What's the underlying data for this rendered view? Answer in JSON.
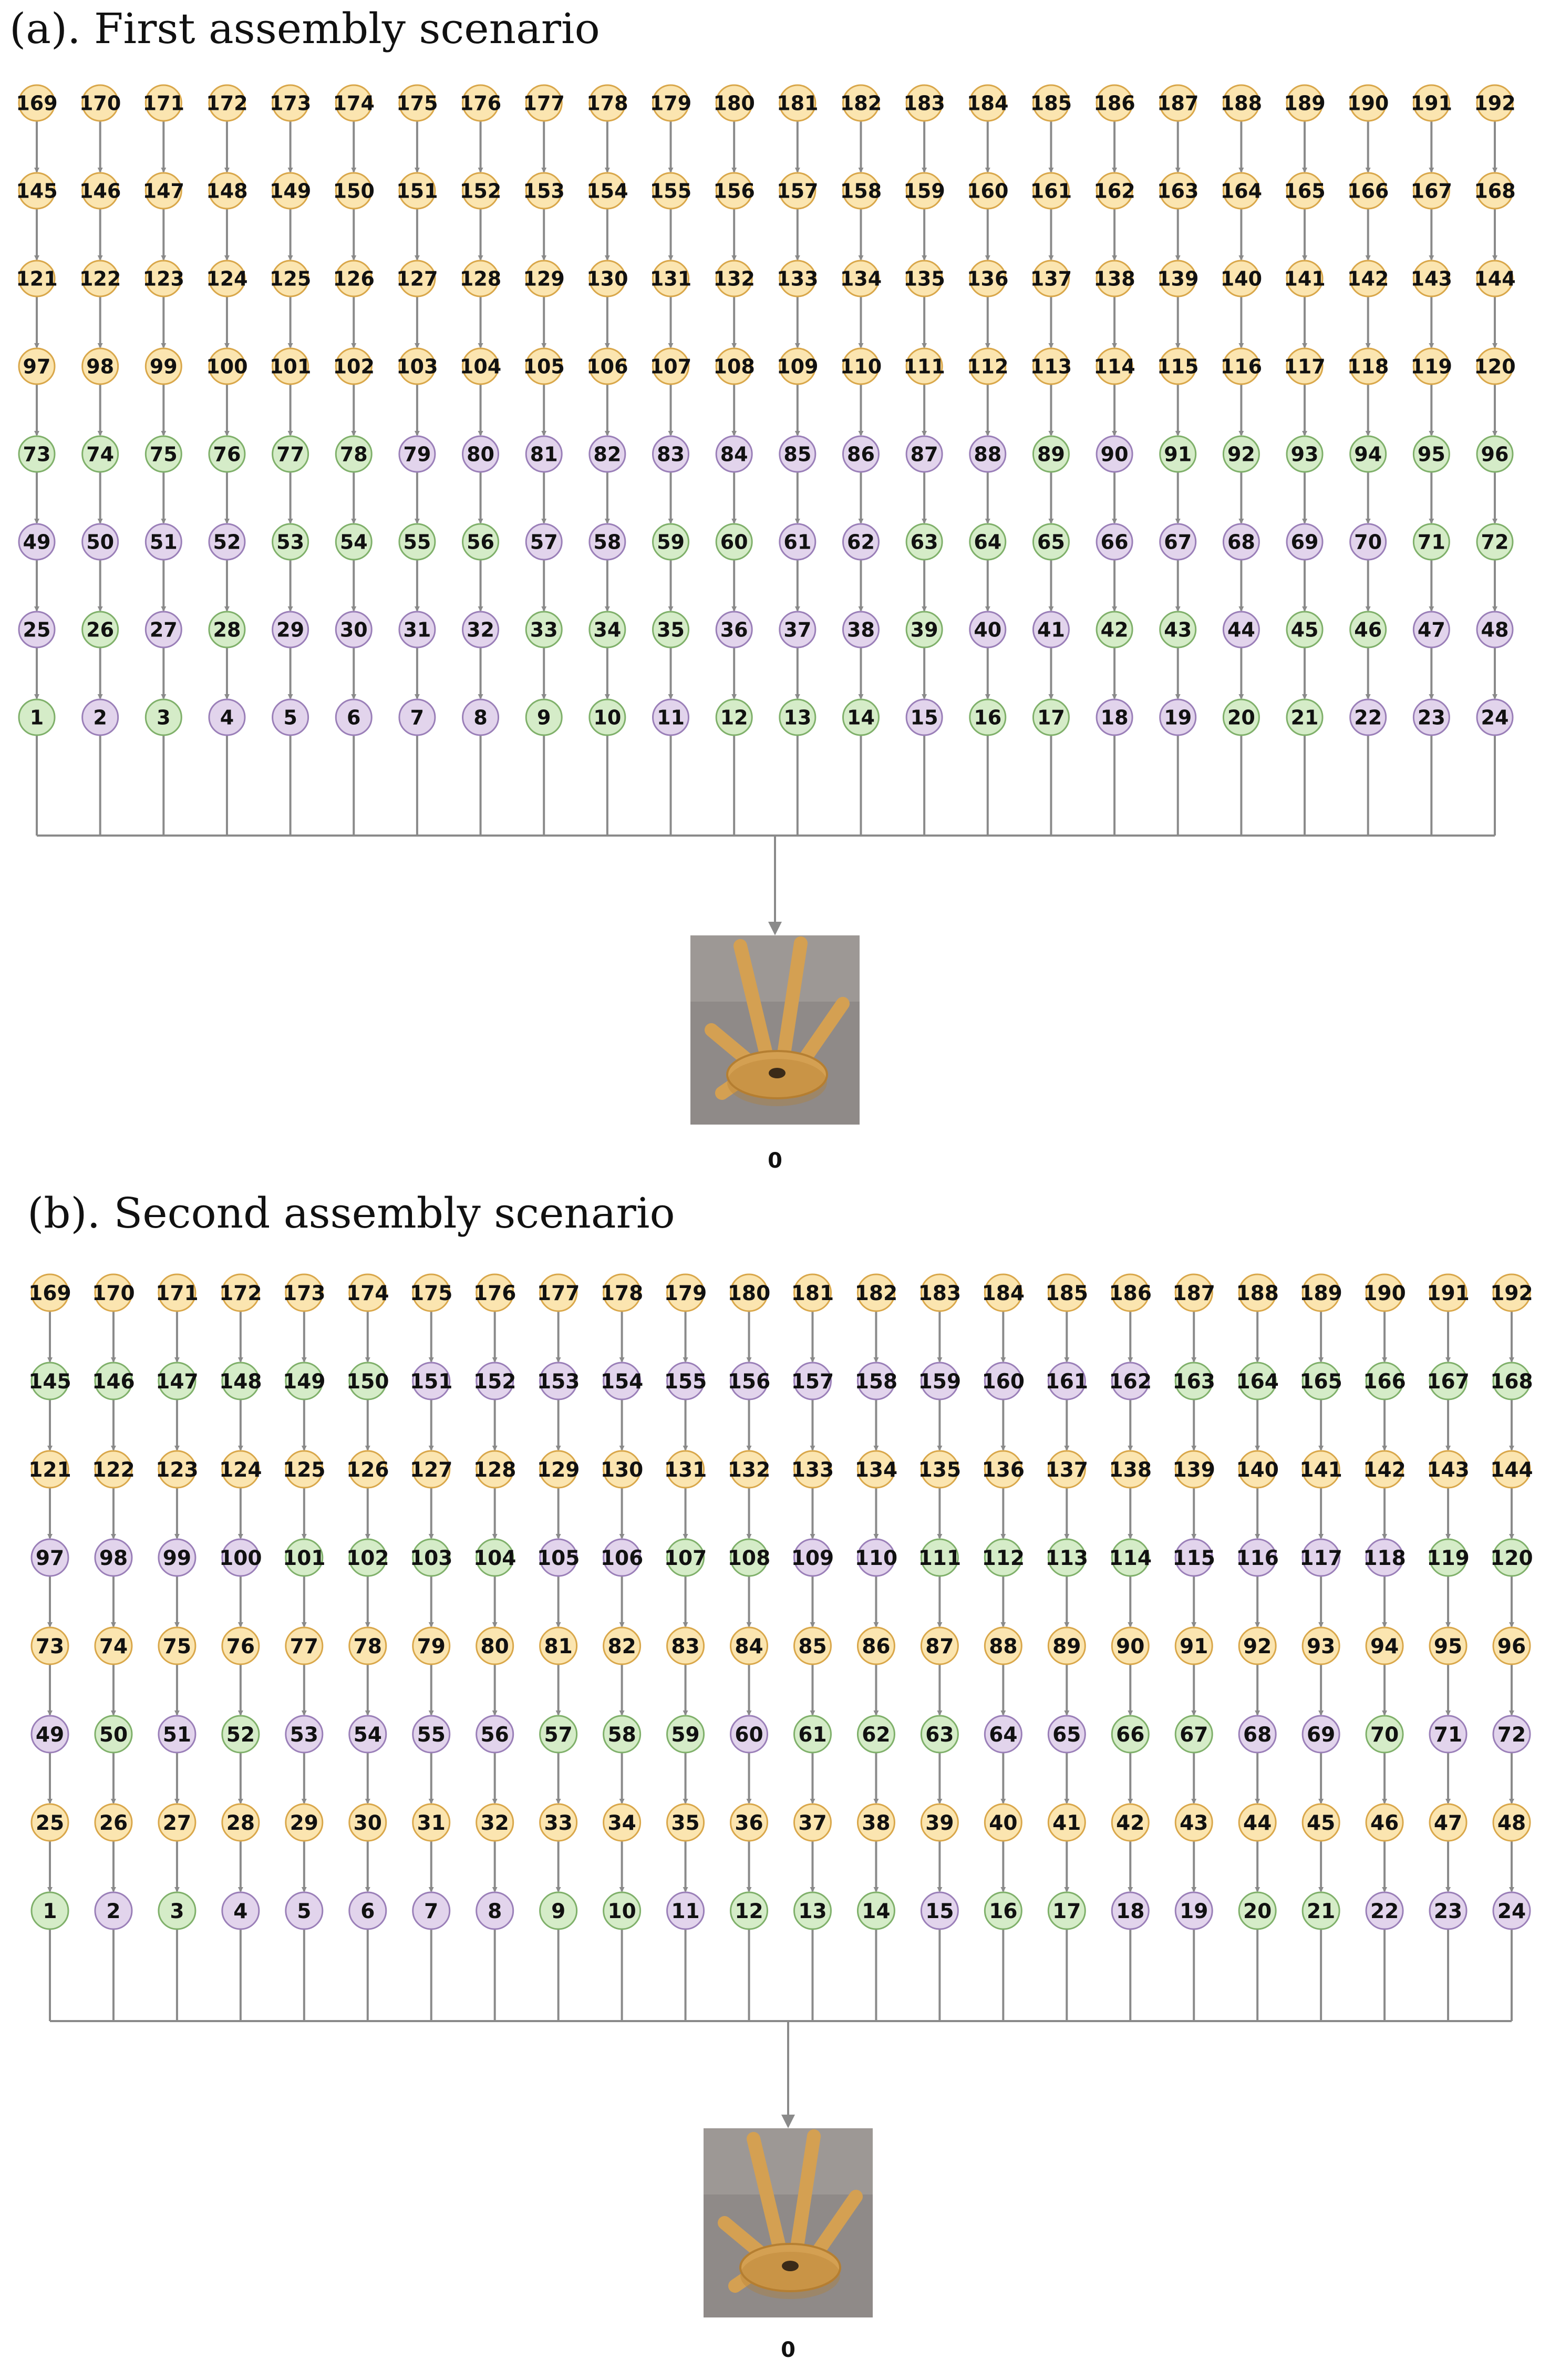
{
  "colors": {
    "yellow": "#fbe5b0",
    "yellow_border": "#d9a74a",
    "green": "#d5ecc8",
    "green_border": "#7fb06a",
    "purple": "#e2d4ec",
    "purple_border": "#9a7fb8",
    "edge": "#8a8a8a",
    "root_photo_bg": "#8f8a88",
    "wood": "#d4a052",
    "wood_dark": "#b57f32"
  },
  "scenarios": [
    {
      "title": "(a). First assembly scenario",
      "root_label": "0",
      "rows": [
        {
          "start": 169,
          "colors": [
            "y",
            "y",
            "y",
            "y",
            "y",
            "y",
            "y",
            "y",
            "y",
            "y",
            "y",
            "y",
            "y",
            "y",
            "y",
            "y",
            "y",
            "y",
            "y",
            "y",
            "y",
            "y",
            "y",
            "y"
          ]
        },
        {
          "start": 145,
          "colors": [
            "y",
            "y",
            "y",
            "y",
            "y",
            "y",
            "y",
            "y",
            "y",
            "y",
            "y",
            "y",
            "y",
            "y",
            "y",
            "y",
            "y",
            "y",
            "y",
            "y",
            "y",
            "y",
            "y",
            "y"
          ]
        },
        {
          "start": 121,
          "colors": [
            "y",
            "y",
            "y",
            "y",
            "y",
            "y",
            "y",
            "y",
            "y",
            "y",
            "y",
            "y",
            "y",
            "y",
            "y",
            "y",
            "y",
            "y",
            "y",
            "y",
            "y",
            "y",
            "y",
            "y"
          ]
        },
        {
          "start": 97,
          "colors": [
            "y",
            "y",
            "y",
            "y",
            "y",
            "y",
            "y",
            "y",
            "y",
            "y",
            "y",
            "y",
            "y",
            "y",
            "y",
            "y",
            "y",
            "y",
            "y",
            "y",
            "y",
            "y",
            "y",
            "y"
          ]
        },
        {
          "start": 73,
          "colors": [
            "g",
            "g",
            "g",
            "g",
            "g",
            "g",
            "p",
            "p",
            "p",
            "p",
            "p",
            "p",
            "p",
            "p",
            "p",
            "p",
            "g",
            "p",
            "g",
            "g",
            "g",
            "g",
            "g",
            "g"
          ]
        },
        {
          "start": 49,
          "colors": [
            "p",
            "p",
            "p",
            "p",
            "g",
            "g",
            "g",
            "g",
            "p",
            "p",
            "g",
            "g",
            "p",
            "p",
            "g",
            "g",
            "g",
            "p",
            "p",
            "p",
            "p",
            "p",
            "g",
            "g"
          ]
        },
        {
          "start": 25,
          "colors": [
            "p",
            "g",
            "p",
            "g",
            "p",
            "p",
            "p",
            "p",
            "g",
            "g",
            "g",
            "p",
            "p",
            "p",
            "g",
            "p",
            "p",
            "g",
            "g",
            "p",
            "g",
            "g",
            "p",
            "p"
          ]
        },
        {
          "start": 1,
          "colors": [
            "g",
            "p",
            "g",
            "p",
            "p",
            "p",
            "p",
            "p",
            "g",
            "g",
            "p",
            "g",
            "g",
            "g",
            "p",
            "g",
            "g",
            "p",
            "p",
            "g",
            "g",
            "p",
            "p",
            "p"
          ]
        }
      ]
    },
    {
      "title": "(b). Second assembly scenario",
      "root_label": "0",
      "rows": [
        {
          "start": 169,
          "colors": [
            "y",
            "y",
            "y",
            "y",
            "y",
            "y",
            "y",
            "y",
            "y",
            "y",
            "y",
            "y",
            "y",
            "y",
            "y",
            "y",
            "y",
            "y",
            "y",
            "y",
            "y",
            "y",
            "y",
            "y"
          ]
        },
        {
          "start": 145,
          "colors": [
            "g",
            "g",
            "g",
            "g",
            "g",
            "g",
            "p",
            "p",
            "p",
            "p",
            "p",
            "p",
            "p",
            "p",
            "p",
            "p",
            "p",
            "p",
            "g",
            "g",
            "g",
            "g",
            "g",
            "g"
          ]
        },
        {
          "start": 121,
          "colors": [
            "y",
            "y",
            "y",
            "y",
            "y",
            "y",
            "y",
            "y",
            "y",
            "y",
            "y",
            "y",
            "y",
            "y",
            "y",
            "y",
            "y",
            "y",
            "y",
            "y",
            "y",
            "y",
            "y",
            "y"
          ]
        },
        {
          "start": 97,
          "colors": [
            "p",
            "p",
            "p",
            "p",
            "g",
            "g",
            "g",
            "g",
            "p",
            "p",
            "g",
            "g",
            "p",
            "p",
            "g",
            "g",
            "g",
            "g",
            "p",
            "p",
            "p",
            "p",
            "g",
            "g"
          ]
        },
        {
          "start": 73,
          "colors": [
            "y",
            "y",
            "y",
            "y",
            "y",
            "y",
            "y",
            "y",
            "y",
            "y",
            "y",
            "y",
            "y",
            "y",
            "y",
            "y",
            "y",
            "y",
            "y",
            "y",
            "y",
            "y",
            "y",
            "y"
          ]
        },
        {
          "start": 49,
          "colors": [
            "p",
            "g",
            "p",
            "g",
            "p",
            "p",
            "p",
            "p",
            "g",
            "g",
            "g",
            "p",
            "g",
            "g",
            "g",
            "p",
            "p",
            "g",
            "g",
            "p",
            "p",
            "g",
            "p",
            "p"
          ]
        },
        {
          "start": 25,
          "colors": [
            "y",
            "y",
            "y",
            "y",
            "y",
            "y",
            "y",
            "y",
            "y",
            "y",
            "y",
            "y",
            "y",
            "y",
            "y",
            "y",
            "y",
            "y",
            "y",
            "y",
            "y",
            "y",
            "y",
            "y"
          ]
        },
        {
          "start": 1,
          "colors": [
            "g",
            "p",
            "g",
            "p",
            "p",
            "p",
            "p",
            "p",
            "g",
            "g",
            "p",
            "g",
            "g",
            "g",
            "p",
            "g",
            "g",
            "p",
            "p",
            "g",
            "g",
            "p",
            "p",
            "p"
          ]
        }
      ]
    }
  ]
}
